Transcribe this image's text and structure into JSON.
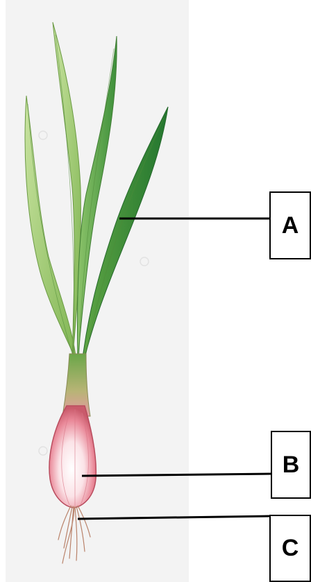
{
  "diagram": {
    "labels": {
      "a": "A",
      "b": "B",
      "c": "C"
    },
    "parts": [
      "leaves",
      "bulb",
      "roots"
    ],
    "colors": {
      "background_panel": "#f3f3f3",
      "leaf_light": "#a9d07a",
      "leaf_dark": "#2e7d32",
      "bulb_pink": "#e88b9a",
      "bulb_white": "#fdf2f4",
      "roots": "#b9826a",
      "leader_line": "#000000"
    }
  }
}
